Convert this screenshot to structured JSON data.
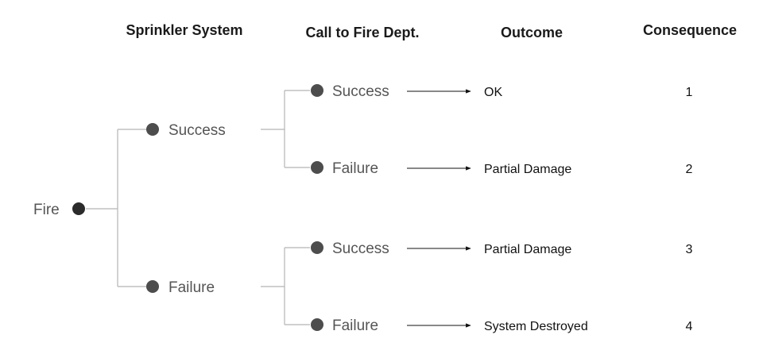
{
  "headers": {
    "sprinkler": "Sprinkler System",
    "call": "Call to Fire Dept.",
    "outcome": "Outcome",
    "consequence": "Consequence"
  },
  "root": {
    "label": "Fire"
  },
  "sprinkler": [
    {
      "label": "Success"
    },
    {
      "label": "Failure"
    }
  ],
  "call": [
    {
      "label": "Success"
    },
    {
      "label": "Failure"
    },
    {
      "label": "Success"
    },
    {
      "label": "Failure"
    }
  ],
  "outcomes": [
    "OK",
    "Partial Damage",
    "Partial Damage",
    "System Destroyed"
  ],
  "consequences": [
    "1",
    "2",
    "3",
    "4"
  ],
  "colors": {
    "node": "#4d4d4d",
    "root_node": "#2b2b2b",
    "connector": "#b5b5b5",
    "arrow": "#111111"
  }
}
